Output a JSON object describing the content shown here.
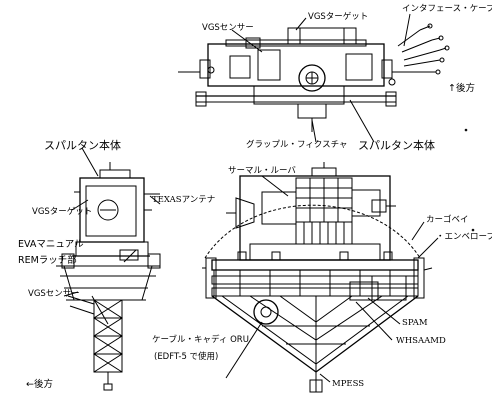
{
  "labels": {
    "vgs_sensor_top": "VGSセンサー",
    "vgs_target_top": "VGSターゲット",
    "interface_cable": "インタフェース・ケーブル",
    "aft_top": "↑後方",
    "spartan_body_left": "スパルタン本体",
    "grapple_fixture": "グラップル・フィクスチャ",
    "spartan_body_right": "スパルタン本体",
    "thermal_louver": "サーマル・ルーバ",
    "texas_antenna": "TEXASアンテナ",
    "vgs_target_left": "VGSターゲット",
    "cargo_bay_envelope_1": "カーゴベイ",
    "cargo_bay_envelope_2": "・エンベロープ",
    "eva_manual": "EVAマニュアル",
    "rem_latch": "REMラッチ部",
    "vgs_sensor_left": "VGSセンサー",
    "spam": "SPAM",
    "whsaamd": "WHSAAMD",
    "cable_caddy_oru": "ケーブル・キャディ ORU",
    "edft_note": "(EDFT-5 で使用)",
    "mpess": "MPESS",
    "aft_bottom": "←後方"
  }
}
